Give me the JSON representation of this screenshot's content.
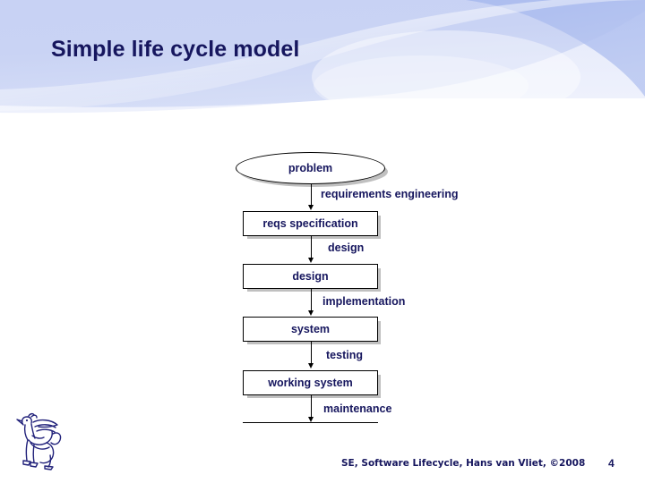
{
  "slide": {
    "title": "Simple life cycle model",
    "background_color": "#ffffff",
    "title_color": "#16165e",
    "banner_colors": {
      "light": "#dde3f8",
      "mid": "#c2cdf2",
      "dark": "#a9baee"
    }
  },
  "diagram": {
    "type": "flowchart",
    "nodes": [
      {
        "id": "problem",
        "label": "problem",
        "shape": "ellipse"
      },
      {
        "id": "reqs-spec",
        "label": "reqs specification",
        "shape": "box"
      },
      {
        "id": "design",
        "label": "design",
        "shape": "box"
      },
      {
        "id": "system",
        "label": "system",
        "shape": "box"
      },
      {
        "id": "working-system",
        "label": "working system",
        "shape": "box"
      },
      {
        "id": "final",
        "label": "",
        "shape": "box-clipped"
      }
    ],
    "edges": [
      {
        "from": "problem",
        "to": "reqs-spec",
        "label": "requirements engineering"
      },
      {
        "from": "reqs-spec",
        "to": "design",
        "label": "design"
      },
      {
        "from": "design",
        "to": "system",
        "label": "implementation"
      },
      {
        "from": "system",
        "to": "working-system",
        "label": "testing"
      },
      {
        "from": "working-system",
        "to": "final",
        "label": "maintenance"
      }
    ]
  },
  "footer": {
    "attribution": "SE, Software Lifecycle, Hans van Vliet, ©2008",
    "page_number": "4",
    "logo_name": "vu-griffin-logo"
  }
}
